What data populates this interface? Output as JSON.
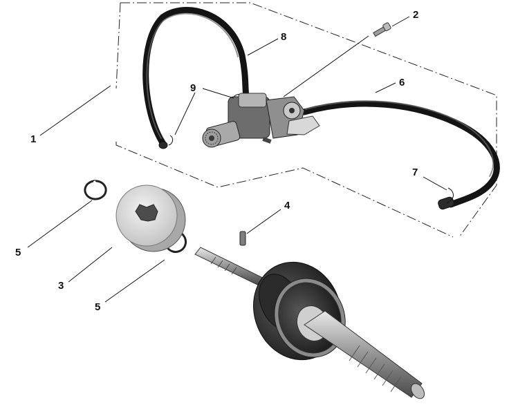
{
  "callouts": {
    "c1": "1",
    "c2": "2",
    "c3": "3",
    "c4": "4",
    "c5a": "5",
    "c5b": "5",
    "c6": "6",
    "c7": "7",
    "c8": "8",
    "c9": "9"
  },
  "colors": {
    "background": "#ffffff",
    "line": "#111111",
    "hose": "#141414",
    "metal": "#9a9a9a",
    "gear": "#e4e4e4"
  }
}
